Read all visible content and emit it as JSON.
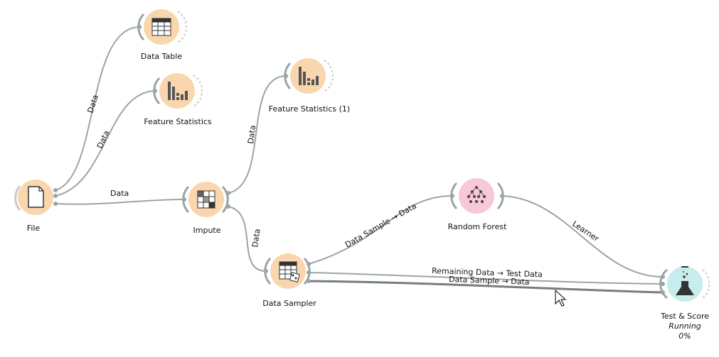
{
  "colors": {
    "data_node": "#f9d6ad",
    "model_node": "#f7c8d6",
    "eval_node": "#c7ecec",
    "link": "#9aa4a6",
    "link_active": "#777d80"
  },
  "nodes": {
    "file": {
      "label": "File",
      "icon": "file-icon"
    },
    "data_table": {
      "label": "Data Table",
      "icon": "table-icon"
    },
    "feature_statistics": {
      "label": "Feature Statistics",
      "icon": "bar-chart-icon"
    },
    "feature_statistics_1": {
      "label": "Feature Statistics (1)",
      "icon": "bar-chart-icon"
    },
    "impute": {
      "label": "Impute",
      "icon": "impute-grid-icon"
    },
    "data_sampler": {
      "label": "Data Sampler",
      "icon": "table-dice-icon"
    },
    "random_forest": {
      "label": "Random Forest",
      "icon": "tree-icon"
    },
    "test_score": {
      "label": "Test & Score",
      "icon": "flask-icon",
      "status": "Running",
      "progress_text": "0%",
      "progress": 0
    }
  },
  "links": {
    "file_to_data_table": "Data",
    "file_to_feature_statistics": "Data",
    "file_to_impute": "Data",
    "impute_to_feature_statistics_1": "Data",
    "impute_to_data_sampler": "Data",
    "sampler_to_random_forest": "Data Sample → Data",
    "random_forest_to_test_score": "Learner",
    "sampler_remaining_to_test": "Remaining Data → Test Data",
    "sampler_sample_to_test": "Data Sample → Data"
  }
}
